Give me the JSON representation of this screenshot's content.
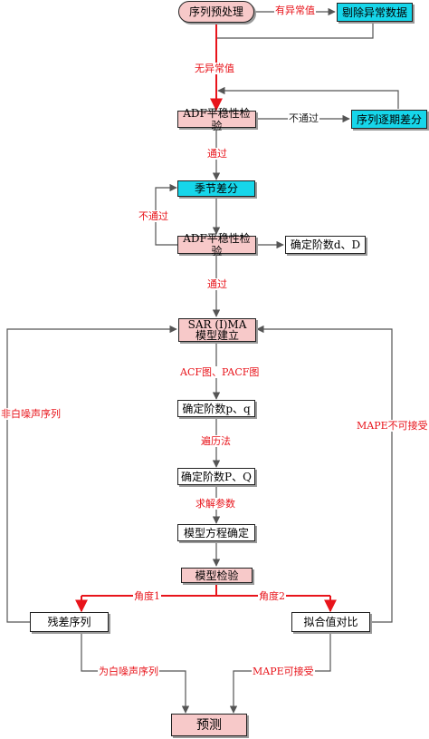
{
  "colors": {
    "arrow_red": "#e8141b",
    "line_gray": "#555555",
    "node_pink": "#f7c9c9",
    "node_cyan": "#16d6ea"
  },
  "nodes": {
    "preprocess": "序列预处理",
    "remove_outliers": "剔除异常数据",
    "adf1": "ADF平稳性检验",
    "diff_seq": "序列逐期差分",
    "seasonal_diff": "季节差分",
    "adf2": "ADF平稳性检验",
    "order_dD": "确定阶数d、D",
    "sarima_line1": "SAR (I)MA",
    "sarima_line2": "模型建立",
    "order_pq": "确定阶数p、q",
    "order_PQ": "确定阶数P、Q",
    "equation": "模型方程确定",
    "model_test": "模型检验",
    "residual": "残差序列",
    "fit_compare": "拟合值对比",
    "forecast": "预测"
  },
  "labels": {
    "has_outlier": "有异常值",
    "no_outlier": "无异常值",
    "fail1": "不通过",
    "pass1": "通过",
    "fail2": "不通过",
    "pass2": "通过",
    "acf_pacf": "ACF图、PACF图",
    "traverse": "遍历法",
    "solve": "求解参数",
    "angle1": "角度1",
    "angle2": "角度2",
    "not_white": "非白噪声序列",
    "mape_bad": "MAPE不可接受",
    "is_white": "为白噪声序列",
    "mape_ok": "MAPE可接受"
  }
}
